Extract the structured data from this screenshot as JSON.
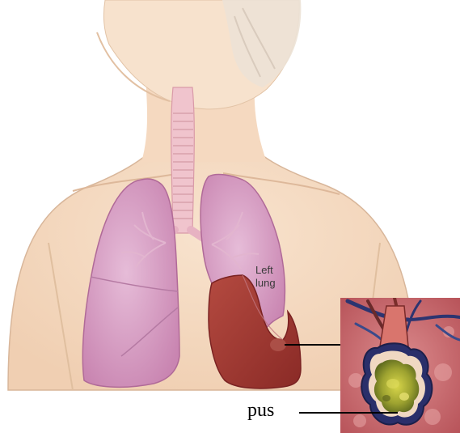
{
  "labels": {
    "left_lung_line1": "Left",
    "left_lung_line2": "lung",
    "pus": "pus"
  },
  "colors": {
    "skin": "#f6dcc4",
    "skin_shade": "#ecc8a8",
    "lung_pink": "#d9a6c8",
    "lung_pink_dark": "#c683ad",
    "infected_lobe": "#9e2f2a",
    "trachea": "#e9b9c6",
    "inset_tissue": "#c8646c",
    "pus_green": "#b4b83a"
  }
}
